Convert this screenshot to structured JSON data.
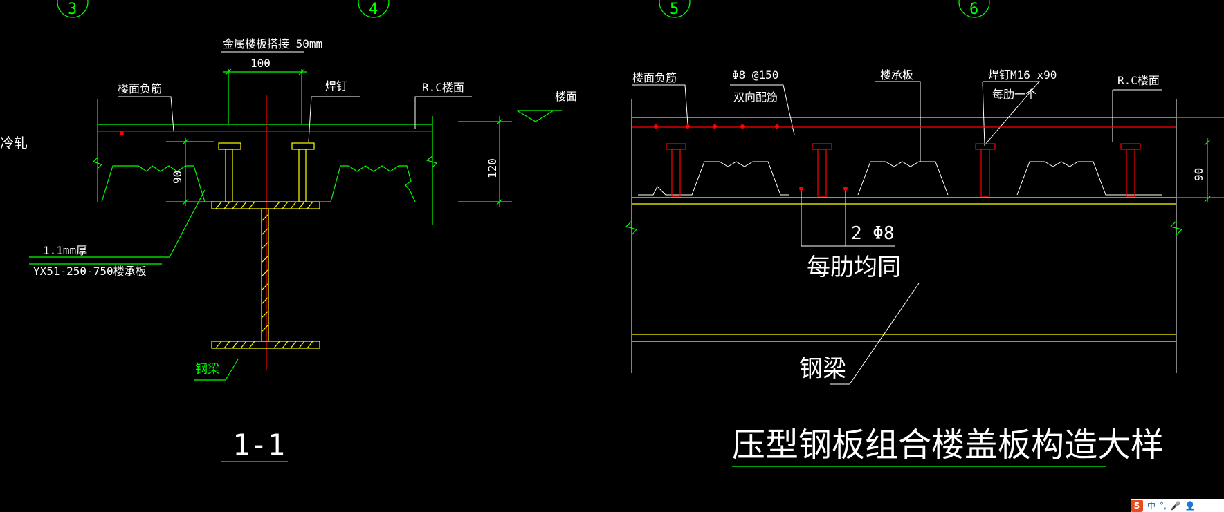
{
  "axis_bubbles": [
    "3",
    "4",
    "5",
    "6"
  ],
  "section_1_1": {
    "left_partial_text": "冷轧",
    "lap_label": "金属楼板搭接 50mm",
    "dim_100": "100",
    "neg_rebar": "楼面负筋",
    "stud": "焊钉",
    "rc_floor": "R.C楼面",
    "floor_surface": "楼面",
    "dim_120": "120",
    "dim_90": "90",
    "thickness": "1.1mm厚",
    "deck_model": "YX51-250-750楼承板",
    "steel_beam": "钢梁",
    "section_title": "1-1"
  },
  "detail": {
    "neg_rebar": "楼面负筋",
    "rebar_spec": "Φ8 @150",
    "rebar_dir": "双向配筋",
    "deck": "楼承板",
    "stud": "焊钉M16 x90",
    "stud_note": "每肋一个",
    "rc_floor": "R.C楼面",
    "dim_90": "90",
    "bottom_rebar": "2 Φ8",
    "each_rib": "每肋均同",
    "steel_beam": "钢梁",
    "title": "压型钢板组合楼盖板构造大样"
  },
  "ime": {
    "logo": "S",
    "lang": "中",
    "punct": "°,",
    "mic": "🎤",
    "user": "👤"
  },
  "colors": {
    "background": "#000000",
    "green": "#00ff00",
    "red": "#ff0000",
    "yellow": "#ffff00",
    "white": "#ffffff"
  }
}
